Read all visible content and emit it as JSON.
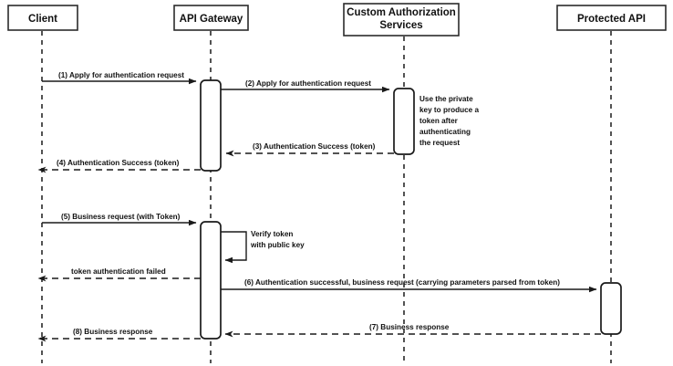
{
  "diagram": {
    "title": "API Gateway token authentication sequence",
    "type": "uml-sequence-diagram",
    "colors": {
      "background": "#ffffff",
      "stroke": "#1a1a1a",
      "box_stroke": "#2b2b2b",
      "text": "#111111"
    },
    "actors": [
      {
        "id": "client",
        "label": "Client"
      },
      {
        "id": "api-gateway",
        "label": "API Gateway"
      },
      {
        "id": "custom-auth",
        "label": "Custom Authorization Services",
        "line1": "Custom Authorization",
        "line2": "Services"
      },
      {
        "id": "protected-api",
        "label": "Protected API"
      }
    ],
    "messages": [
      {
        "seq": "1",
        "label": "(1) Apply for authentication request",
        "from": "client",
        "to": "api-gateway",
        "style": "solid"
      },
      {
        "seq": "2",
        "label": "(2) Apply for authentication request",
        "from": "api-gateway",
        "to": "custom-auth",
        "style": "solid"
      },
      {
        "seq": "3",
        "label": "(3) Authentication Success (token)",
        "from": "custom-auth",
        "to": "api-gateway",
        "style": "dashed"
      },
      {
        "seq": "4",
        "label": "(4) Authentication Success (token)",
        "from": "api-gateway",
        "to": "client",
        "style": "dashed"
      },
      {
        "seq": "5",
        "label": "(5) Business request (with Token)",
        "from": "client",
        "to": "api-gateway",
        "style": "solid"
      },
      {
        "seq": "self",
        "label": "Verify token with public key",
        "line1": "Verify token",
        "line2": "with public key",
        "from": "api-gateway",
        "to": "api-gateway",
        "style": "solid"
      },
      {
        "seq": "fail",
        "label": "token authentication failed",
        "from": "api-gateway",
        "to": "client",
        "style": "dashed"
      },
      {
        "seq": "6",
        "label": "(6) Authentication successful, business request (carrying parameters parsed from token)",
        "from": "api-gateway",
        "to": "protected-api",
        "style": "solid"
      },
      {
        "seq": "7",
        "label": "(7) Business response",
        "from": "protected-api",
        "to": "api-gateway",
        "style": "dashed"
      },
      {
        "seq": "8",
        "label": "(8) Business response",
        "from": "api-gateway",
        "to": "client",
        "style": "dashed"
      }
    ],
    "notes": [
      {
        "id": "private-key-note",
        "text": "Use the private key to produce a token after authenticating the request",
        "lines": [
          "Use the private",
          "key to produce a",
          "token after",
          "authenticating",
          "the request"
        ]
      }
    ]
  }
}
